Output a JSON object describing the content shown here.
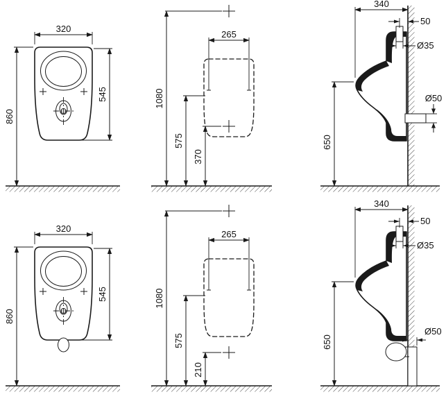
{
  "palette": {
    "ink": "#1a1a1a",
    "background": "#ffffff"
  },
  "views": {
    "row1": {
      "front": {
        "width": "320",
        "bowl_height": "545",
        "total_height": "860"
      },
      "installation": {
        "fixing_width": "265",
        "supply_height": "1080",
        "mid_height": "575",
        "outlet_height": "370"
      },
      "side": {
        "depth": "340",
        "supply_offset": "50",
        "inlet_diameter": "Ø35",
        "outlet_diameter": "Ø50",
        "rim_height": "650"
      }
    },
    "row2": {
      "front": {
        "width": "320",
        "bowl_height": "545",
        "total_height": "860"
      },
      "installation": {
        "fixing_width": "265",
        "supply_height": "1080",
        "mid_height": "575",
        "outlet_height": "210"
      },
      "side": {
        "depth": "340",
        "supply_offset": "50",
        "inlet_diameter": "Ø35",
        "outlet_diameter": "Ø50",
        "rim_height": "650"
      }
    }
  }
}
